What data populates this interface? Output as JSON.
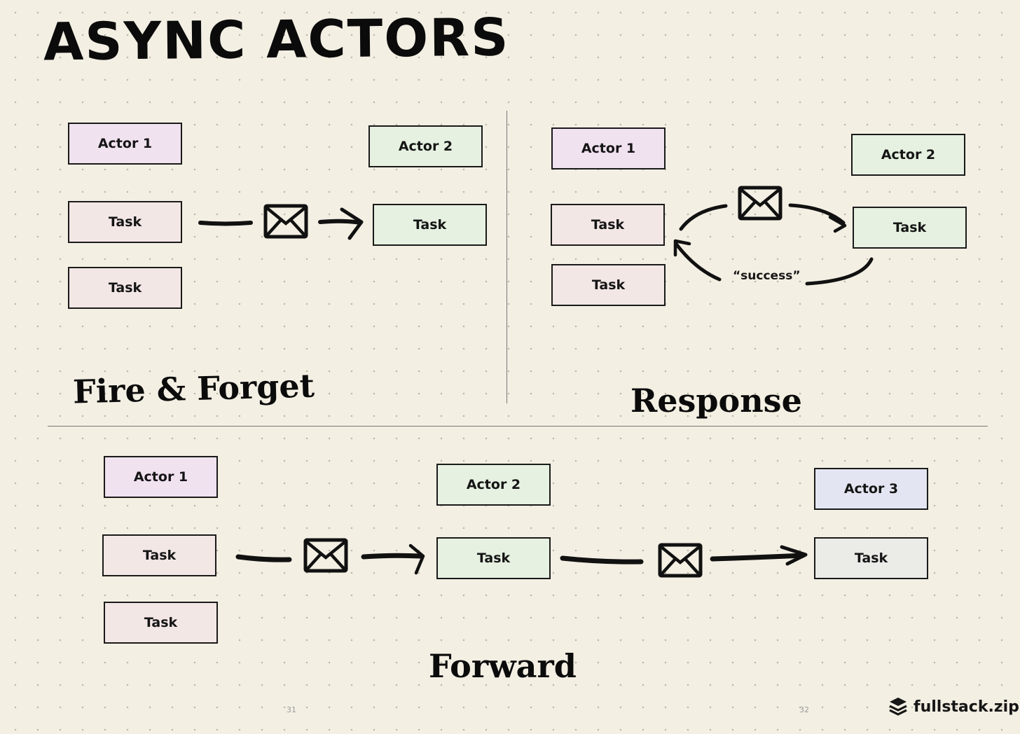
{
  "title": "ASYNC ACTORS",
  "sections": {
    "fire_forget": {
      "label": "Fire & Forget",
      "actor1": "Actor 1",
      "actor2": "Actor 2",
      "task1": "Task",
      "task2": "Task",
      "task_target": "Task"
    },
    "response": {
      "label": "Response",
      "actor1": "Actor 1",
      "actor2": "Actor 2",
      "task1": "Task",
      "task2": "Task",
      "task_target": "Task",
      "reply": "“success”"
    },
    "forward": {
      "label": "Forward",
      "actor1": "Actor 1",
      "actor2": "Actor 2",
      "actor3": "Actor 3",
      "task1": "Task",
      "task2": "Task",
      "task_mid": "Task",
      "task_end": "Task"
    }
  },
  "page_numbers": {
    "left": "31",
    "right": "32"
  },
  "brand": {
    "name": "fullstack.zip",
    "icon": "layers-icon"
  },
  "colors": {
    "actor1": "#f1e2f0",
    "actor2": "#e6f1e1",
    "actor3": "#e3e6f2",
    "task_source": "#f3e7e6",
    "task_grey": "#ebebe8"
  }
}
